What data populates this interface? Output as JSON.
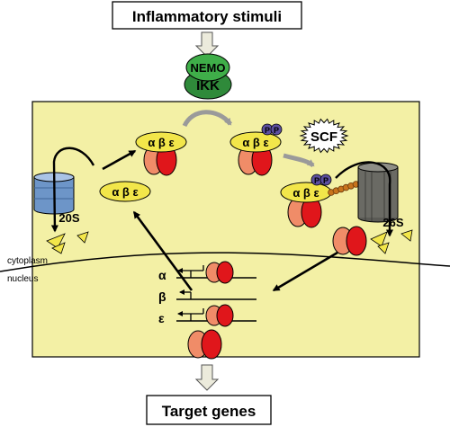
{
  "top_box": {
    "label": "Inflammatory stimuli"
  },
  "bottom_box": {
    "label": "Target genes"
  },
  "complex": {
    "nemo": "NEMO",
    "ikk": "IKK"
  },
  "scf_label": "SCF",
  "proteasomes": {
    "left": "20S",
    "right": "26S"
  },
  "compartments": {
    "cytoplasm": "cytoplasm",
    "nucleus": "nucleus"
  },
  "ikb_label": "α β ε",
  "phospho": "P",
  "genes": [
    "α",
    "β",
    "ε"
  ],
  "colors": {
    "cell_fill": "#f3f0a5",
    "ikb_fill": "#f2e64a",
    "p65_fill": "#e0161b",
    "p50_fill": "#f08c68",
    "nemo_fill": "#3fae49",
    "phospho_fill": "#5c4fa0",
    "ubiquitin_fill": "#c8741c",
    "prot20s_fill": "#6d95c8",
    "prot26s_fill": "#6a6a64"
  }
}
